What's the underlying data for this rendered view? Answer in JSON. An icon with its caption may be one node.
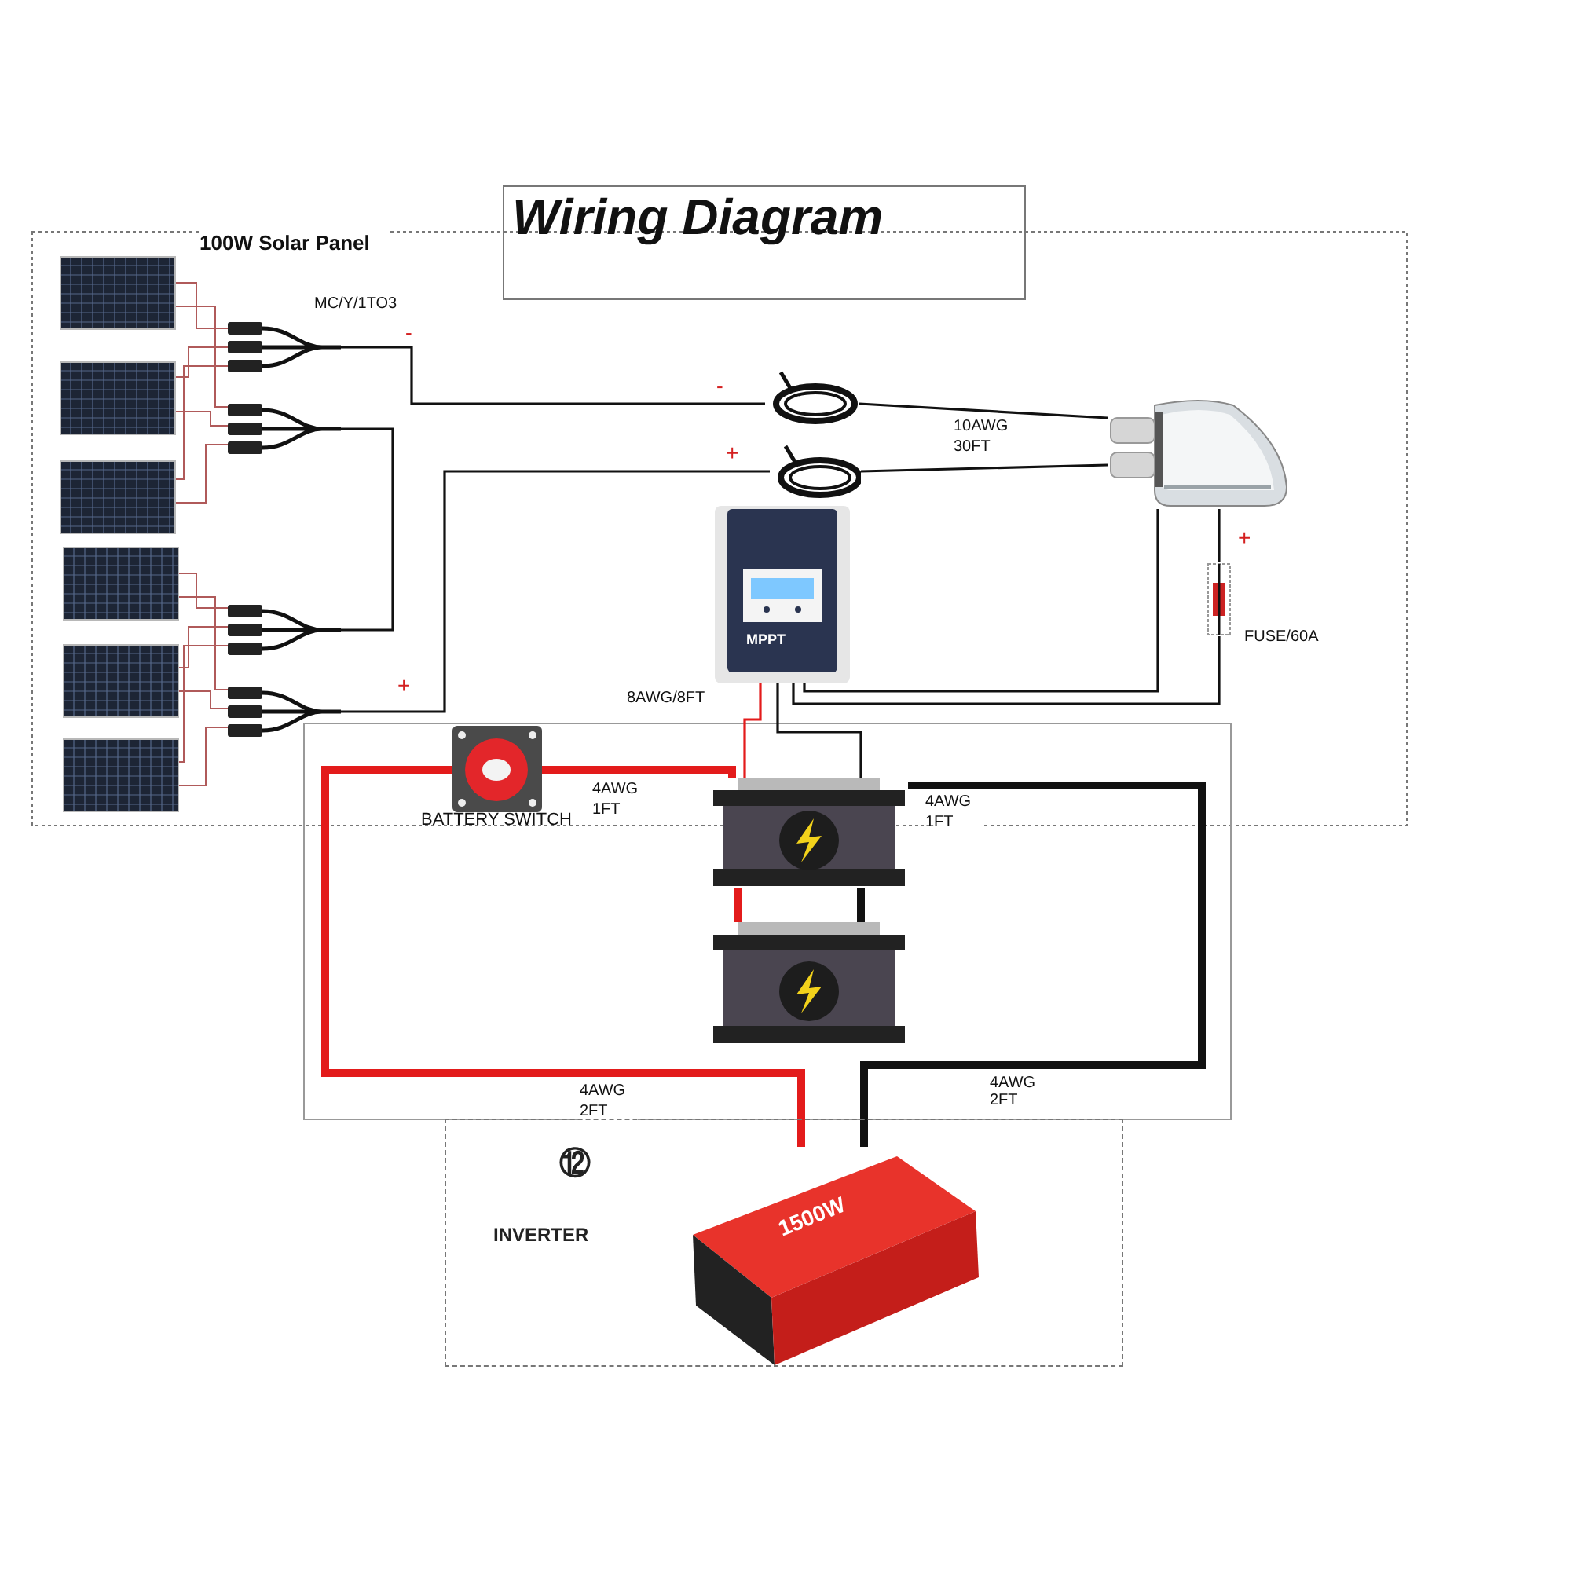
{
  "diagram": {
    "title": "Wiring Diagram",
    "nodes": [
      {
        "text": [],
        "shape": "picture"
      },
      {
        "text": [],
        "shape": "picture"
      },
      {
        "text": [],
        "shape": "picture"
      },
      {
        "text": [],
        "shape": "picture"
      },
      {
        "text": [],
        "shape": "picture"
      },
      {
        "text": [],
        "shape": "picture"
      },
      {
        "text": [],
        "shape": "picture"
      },
      {
        "text": [],
        "shape": "picture"
      },
      {
        "text": [],
        "shape": "picture"
      },
      {
        "text": [],
        "shape": "picture"
      },
      {
        "text": [],
        "shape": "picture"
      },
      {
        "text": [],
        "shape": "picture"
      },
      {
        "text": [],
        "shape": "picture"
      },
      {
        "text": [
          "MPPT"
        ]
      },
      {
        "text": [],
        "shape": "picture",
        "beside": [
          "FUSE/60A"
        ]
      },
      {
        "text": [],
        "shape": "picture",
        "beside": [
          "BATTERY SWITCH"
        ]
      },
      {
        "text": [],
        "shape": "picture"
      },
      {
        "text": [],
        "shape": "picture"
      },
      {
        "text": [
          "⑫",
          "INVERTER"
        ]
      },
      {
        "text": [
          "1500W"
        ],
        "in": 18
      }
    ],
    "edges": [
      {
        "from": 0,
        "to": 6,
        "arrow": "none",
        "color": "#b05a5a"
      },
      {
        "from": 0,
        "to": 7,
        "arrow": "none",
        "color": "#b05a5a"
      },
      {
        "from": 1,
        "to": 6,
        "arrow": "none",
        "color": "#b05a5a"
      },
      {
        "from": 1,
        "to": 7,
        "arrow": "none",
        "color": "#b05a5a"
      },
      {
        "from": 2,
        "to": 6,
        "arrow": "none",
        "color": "#b05a5a"
      },
      {
        "from": 2,
        "to": 7,
        "arrow": "none",
        "color": "#b05a5a"
      },
      {
        "from": 3,
        "to": 8,
        "arrow": "none",
        "color": "#b05a5a"
      },
      {
        "from": 3,
        "to": 9,
        "arrow": "none",
        "color": "#b05a5a"
      },
      {
        "from": 4,
        "to": 8,
        "arrow": "none",
        "color": "#b05a5a"
      },
      {
        "from": 4,
        "to": 9,
        "arrow": "none",
        "color": "#b05a5a"
      },
      {
        "from": 5,
        "to": 8,
        "arrow": "none",
        "color": "#b05a5a"
      },
      {
        "from": 5,
        "to": 9,
        "arrow": "none",
        "color": "#b05a5a"
      },
      {
        "from": 7,
        "to": 8,
        "arrow": "none",
        "color": "#111111"
      },
      {
        "from": 6,
        "to": 10,
        "arrow": "none",
        "color": "#111111"
      },
      {
        "from": 9,
        "to": 11,
        "arrow": "none",
        "color": "#111111"
      },
      {
        "from": 10,
        "to": 12,
        "arrow": "none",
        "label": "10AWG 30FT",
        "color": "#111111"
      },
      {
        "from": 11,
        "to": 12,
        "arrow": "none",
        "color": "#111111"
      },
      {
        "from": 12,
        "to": 13,
        "arrow": "none",
        "color": "#111111"
      },
      {
        "from": 12,
        "to": 14,
        "arrow": "none",
        "color": "#111111"
      },
      {
        "from": 14,
        "to": 13,
        "arrow": "none",
        "color": "#111111"
      },
      {
        "from": 13,
        "to": 16,
        "arrow": "none",
        "label": "8AWG/8FT",
        "color": "#e31b1b"
      },
      {
        "from": 13,
        "to": 16,
        "arrow": "none",
        "color": "#111111"
      },
      {
        "from": 15,
        "to": 16,
        "arrow": "none",
        "label": "4AWG 1FT",
        "style": "thick",
        "color": "#e31b1b"
      },
      {
        "from": 16,
        "to": 17,
        "arrow": "none",
        "style": "thick",
        "color": "#e31b1b"
      },
      {
        "from": 16,
        "to": 17,
        "arrow": "none",
        "style": "thick",
        "color": "#111111"
      },
      {
        "from": 15,
        "to": 19,
        "arrow": "none",
        "label": "4AWG 2FT",
        "style": "thick",
        "color": "#e31b1b"
      },
      {
        "from": 16,
        "to": 19,
        "arrow": "none",
        "label": "4AWG 1FT",
        "style": "thick",
        "color": "#111111"
      }
    ],
    "labels": [
      "100W Solar Panel",
      "MC/Y/1TO3",
      "-",
      "-",
      "+",
      "+",
      "+",
      "4AWG 2FT"
    ]
  }
}
